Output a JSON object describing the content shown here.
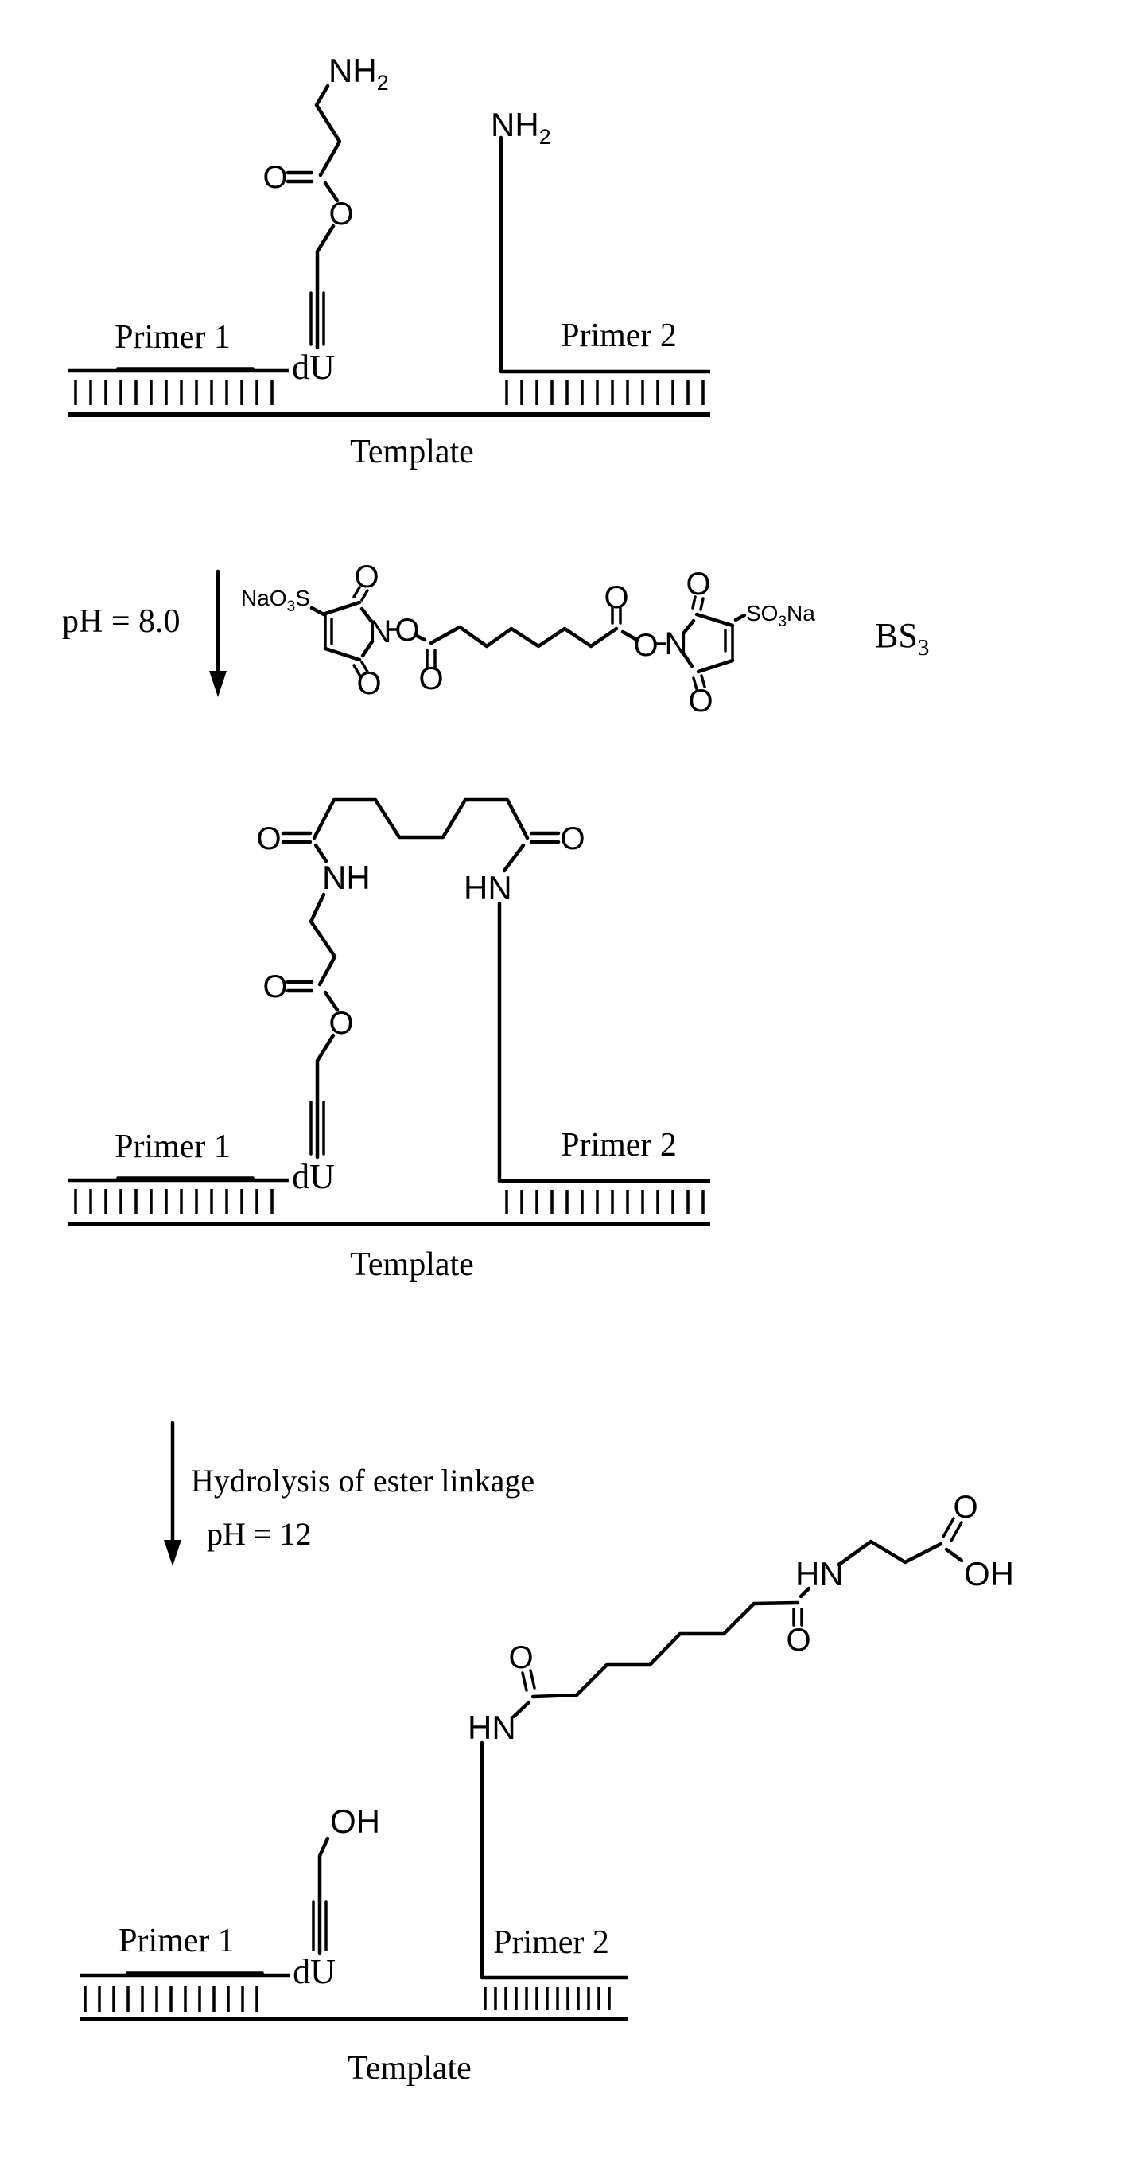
{
  "scheme": {
    "atoms": {
      "O": "O",
      "N": "N",
      "NH": "NH",
      "HN": "HN",
      "OH": "OH",
      "NH2_main": "NH",
      "NH2_sub": "2",
      "dU": "dU"
    },
    "strands": {
      "primer1": "Primer 1",
      "primer2": "Primer 2",
      "template": "Template"
    },
    "step1": {
      "condition": "pH = 8.0"
    },
    "reagent": {
      "name_main": "BS",
      "name_sub": "3",
      "sulfo_left": {
        "main": "NaO",
        "sub": "3",
        "tail": "S"
      },
      "sulfo_right": {
        "main": "SO",
        "sub": "3",
        "tail": "Na"
      }
    },
    "step2": {
      "description": "Hydrolysis of ester linkage",
      "condition": "pH = 12"
    },
    "colors": {
      "ink": "#000000",
      "background": "#ffffff"
    }
  }
}
